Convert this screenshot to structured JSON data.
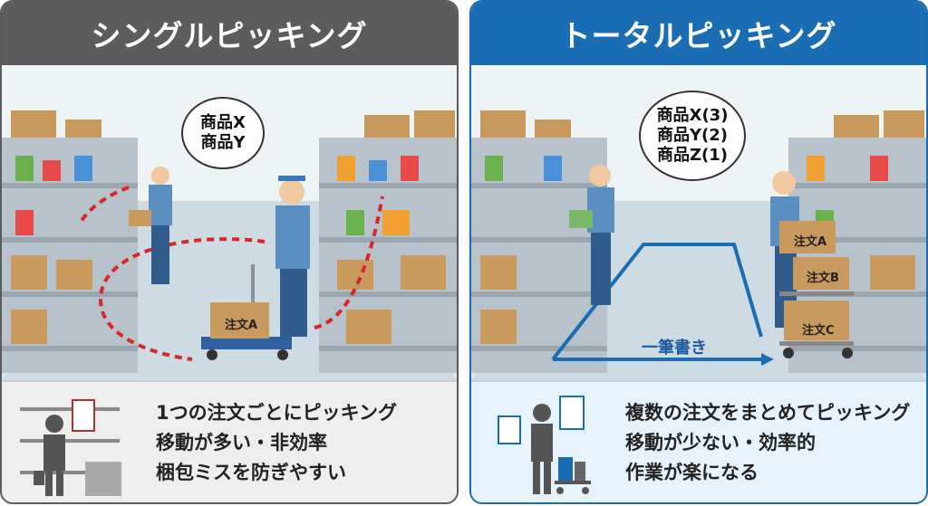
{
  "left": {
    "title": "シングルピッキング",
    "bubble": [
      "商品X",
      "商品Y"
    ],
    "cart_box": "注文A",
    "points": [
      "1つの注文ごとにピッキング",
      "移動が多い・非効率",
      "梱包ミスを防ぎやすい"
    ],
    "accent": "#5c5c5c",
    "path_color": "#d9262b"
  },
  "right": {
    "title": "トータルピッキング",
    "bubble": [
      "商品X(3)",
      "商品Y(2)",
      "商品Z(1)"
    ],
    "cart_boxes": [
      "注文A",
      "注文B",
      "注文C"
    ],
    "route_label": "一筆書き",
    "points": [
      "複数の注文をまとめてピッキング",
      "移動が少ない・効率的",
      "作業が楽になる"
    ],
    "accent": "#1b6db3"
  }
}
